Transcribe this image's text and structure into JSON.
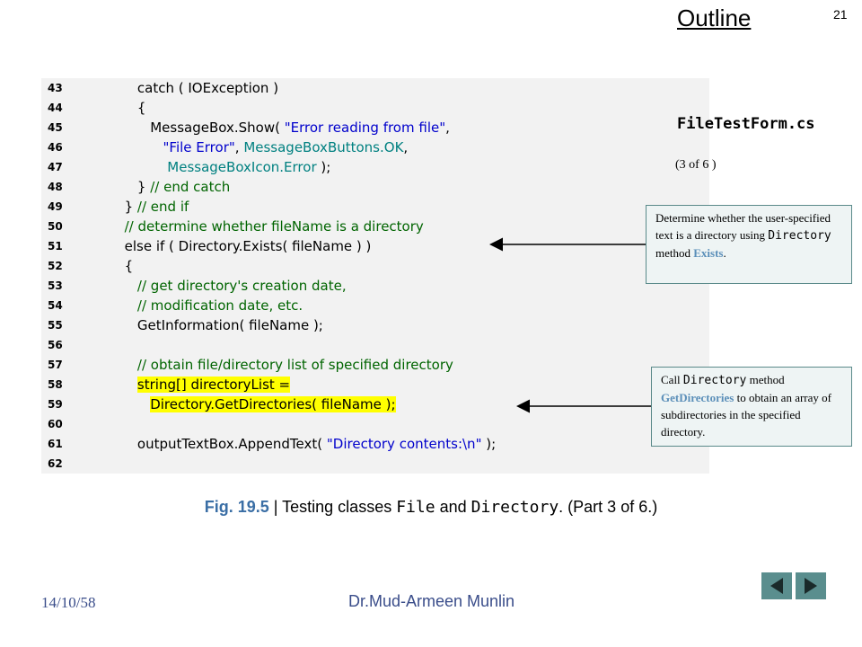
{
  "header": {
    "outline": "Outline",
    "slide_number": "21"
  },
  "side": {
    "file_name": "FileTestForm.cs",
    "page_of": "(3 of 6 )"
  },
  "code": {
    "lines": [
      {
        "n": "43",
        "text": "         catch ( IOException )"
      },
      {
        "n": "44",
        "text": "         {"
      },
      {
        "n": "45",
        "text": "            MessageBox.Show( \"Error reading from file\","
      },
      {
        "n": "46",
        "text": "               \"File Error\", MessageBoxButtons.OK,"
      },
      {
        "n": "47",
        "text": "                MessageBoxIcon.Error );"
      },
      {
        "n": "48",
        "text": "         } // end catch"
      },
      {
        "n": "49",
        "text": "      } // end if"
      },
      {
        "n": "50",
        "text": "      // determine whether fileName is a directory"
      },
      {
        "n": "51",
        "text": "      else if ( Directory.Exists( fileName ) )"
      },
      {
        "n": "52",
        "text": "      {"
      },
      {
        "n": "53",
        "text": "         // get directory's creation date,"
      },
      {
        "n": "54",
        "text": "         // modification date, etc."
      },
      {
        "n": "55",
        "text": "         GetInformation( fileName );"
      },
      {
        "n": "56",
        "text": ""
      },
      {
        "n": "57",
        "text": "         // obtain file/directory list of specified directory"
      },
      {
        "n": "58",
        "text": "         string[] directoryList ="
      },
      {
        "n": "59",
        "text": "            Directory.GetDirectories( fileName );"
      },
      {
        "n": "60",
        "text": ""
      },
      {
        "n": "61",
        "text": "         outputTextBox.AppendText( \"Directory contents:\\n\" );"
      },
      {
        "n": "62",
        "text": ""
      }
    ]
  },
  "callout1": {
    "part1": "Determine whether the user-specified text is a directory using ",
    "mono": "Directory",
    "part2": " method ",
    "highlight": "Exists",
    "part3": "."
  },
  "callout2": {
    "part1": "Call ",
    "mono": "Directory",
    "part2": " method ",
    "highlight": "GetDirectories",
    "part3": " to obtain an array of subdirectories in the specified directory."
  },
  "caption": {
    "fig": "Fig. 19.5",
    "sep": " | Testing classes ",
    "mono1": "File",
    "and": " and ",
    "mono2": "Directory",
    "tail": ". (Part 3 of 6.)"
  },
  "footer": {
    "date": "14/10/58",
    "author": "Dr.Mud-Armeen Munlin"
  },
  "nav": {
    "prev_icon": "triangle-left-icon",
    "next_icon": "triangle-right-icon"
  },
  "colors": {
    "comment": "#006400",
    "string": "#0000cc",
    "type": "#008080",
    "highlight": "#ffff00",
    "nav_button": "#5a8e8e",
    "fig_label": "#3a6ea5"
  }
}
